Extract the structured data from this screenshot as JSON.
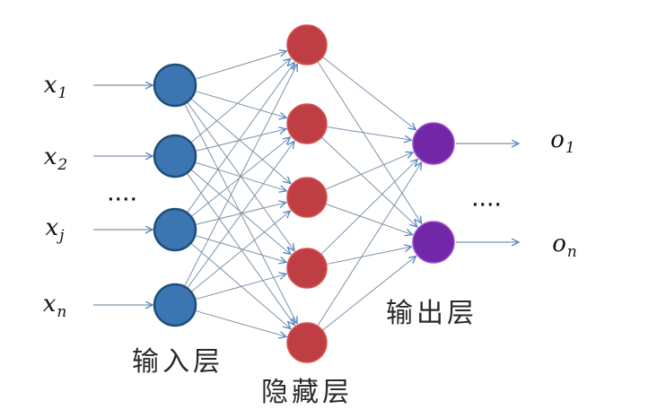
{
  "diagram": {
    "type": "neural-network",
    "description": "feedforward neural network with input, hidden and output layers"
  },
  "labels": {
    "inputs": [
      {
        "base": "x",
        "sub": "1"
      },
      {
        "base": "x",
        "sub": "2"
      },
      {
        "base": "x",
        "sub": "j"
      },
      {
        "base": "x",
        "sub": "n"
      }
    ],
    "outputs": [
      {
        "base": "o",
        "sub": "1"
      },
      {
        "base": "o",
        "sub": "n"
      }
    ],
    "dots_input": "....",
    "dots_output": "....",
    "layers": {
      "input": "输入层",
      "hidden": "隐藏层",
      "output": "输出层"
    }
  },
  "graph": {
    "connections": "fully-connected-feedforward",
    "edge_color": "#7e93a8",
    "arrowhead_color": "#4f86c8",
    "layers": [
      {
        "name": "input",
        "node_count": 4,
        "color": "#3b76b3",
        "border": "#1f4e79"
      },
      {
        "name": "hidden",
        "node_count": 5,
        "color": "#bf3e43",
        "border": "#d9534f"
      },
      {
        "name": "output",
        "node_count": 2,
        "color": "#7127a8",
        "border": "#a44ecc"
      }
    ]
  }
}
